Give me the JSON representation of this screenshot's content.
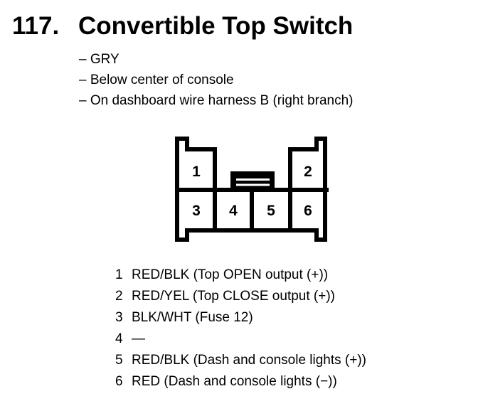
{
  "page": {
    "background": "#ffffff",
    "ink": "#000000"
  },
  "header": {
    "number": "117.",
    "title": "Convertible Top Switch"
  },
  "details": [
    "– GRY",
    "– Below center of console",
    "– On dashboard wire harness B (right branch)"
  ],
  "connector": {
    "name": "convertible-top-switch-connector",
    "pins": [
      "1",
      "2",
      "3",
      "4",
      "5",
      "6"
    ],
    "pins_top_row": [
      "1",
      "2"
    ],
    "pins_bottom_row": [
      "3",
      "4",
      "5",
      "6"
    ]
  },
  "pinout": [
    {
      "pin": "1",
      "label": "RED/BLK (Top OPEN output (+))"
    },
    {
      "pin": "2",
      "label": "RED/YEL (Top CLOSE output (+))"
    },
    {
      "pin": "3",
      "label": "BLK/WHT (Fuse 12)"
    },
    {
      "pin": "4",
      "label": "—"
    },
    {
      "pin": "5",
      "label": "RED/BLK (Dash and console lights (+))"
    },
    {
      "pin": "6",
      "label": "RED (Dash and console lights (−))"
    }
  ]
}
